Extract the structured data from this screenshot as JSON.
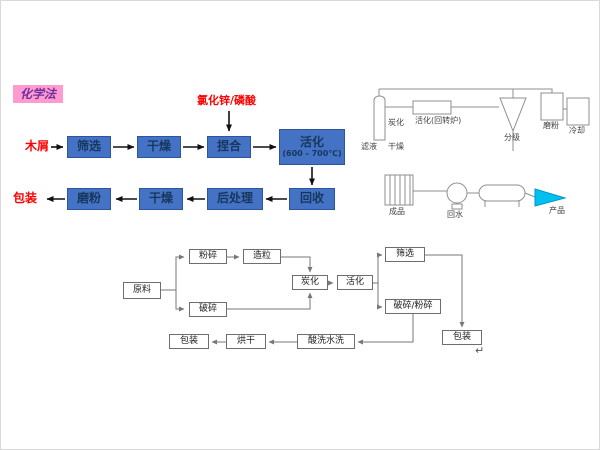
{
  "colors": {
    "process_box_bg": "#4472c4",
    "process_box_text": "#17375e",
    "title_bg": "#ff9bce",
    "title_text": "#7030a0",
    "red_text": "#ff0000",
    "product_flag": "#00c0f0"
  },
  "chem_flow": {
    "title": "化学法",
    "input_label": "木屑",
    "additive_label": "氯化锌/磷酸",
    "output_label": "包装",
    "steps_row1": [
      {
        "label": "筛选"
      },
      {
        "label": "干燥"
      },
      {
        "label": "捏合"
      },
      {
        "label": "活化",
        "sub": "(600 - 700℃)"
      }
    ],
    "steps_row2": [
      {
        "label": "磨粉"
      },
      {
        "label": "干燥"
      },
      {
        "label": "后处理"
      },
      {
        "label": "回收"
      }
    ]
  },
  "equipment_diagram": {
    "labels": {
      "carbonize": "炭化",
      "activate_kiln": "活化(回转炉)",
      "classify": "分级",
      "mill": "磨粉",
      "cool": "冷却",
      "filtrate": "滤液",
      "dry": "干燥",
      "finished": "成品",
      "water_return": "回水",
      "product": "产品"
    }
  },
  "bottom_flow": {
    "raw": "原料",
    "crush_top": "粉碎",
    "granulate": "造粒",
    "crush_bottom": "破碎",
    "carbonize": "炭化",
    "activate": "活化",
    "screen_select": "筛选",
    "crush_grind": "破碎/粉碎",
    "pack_right": "包装",
    "pack_left": "包装",
    "dry": "烘干",
    "acid_wash": "酸洗水洗",
    "return_mark": "↵"
  }
}
